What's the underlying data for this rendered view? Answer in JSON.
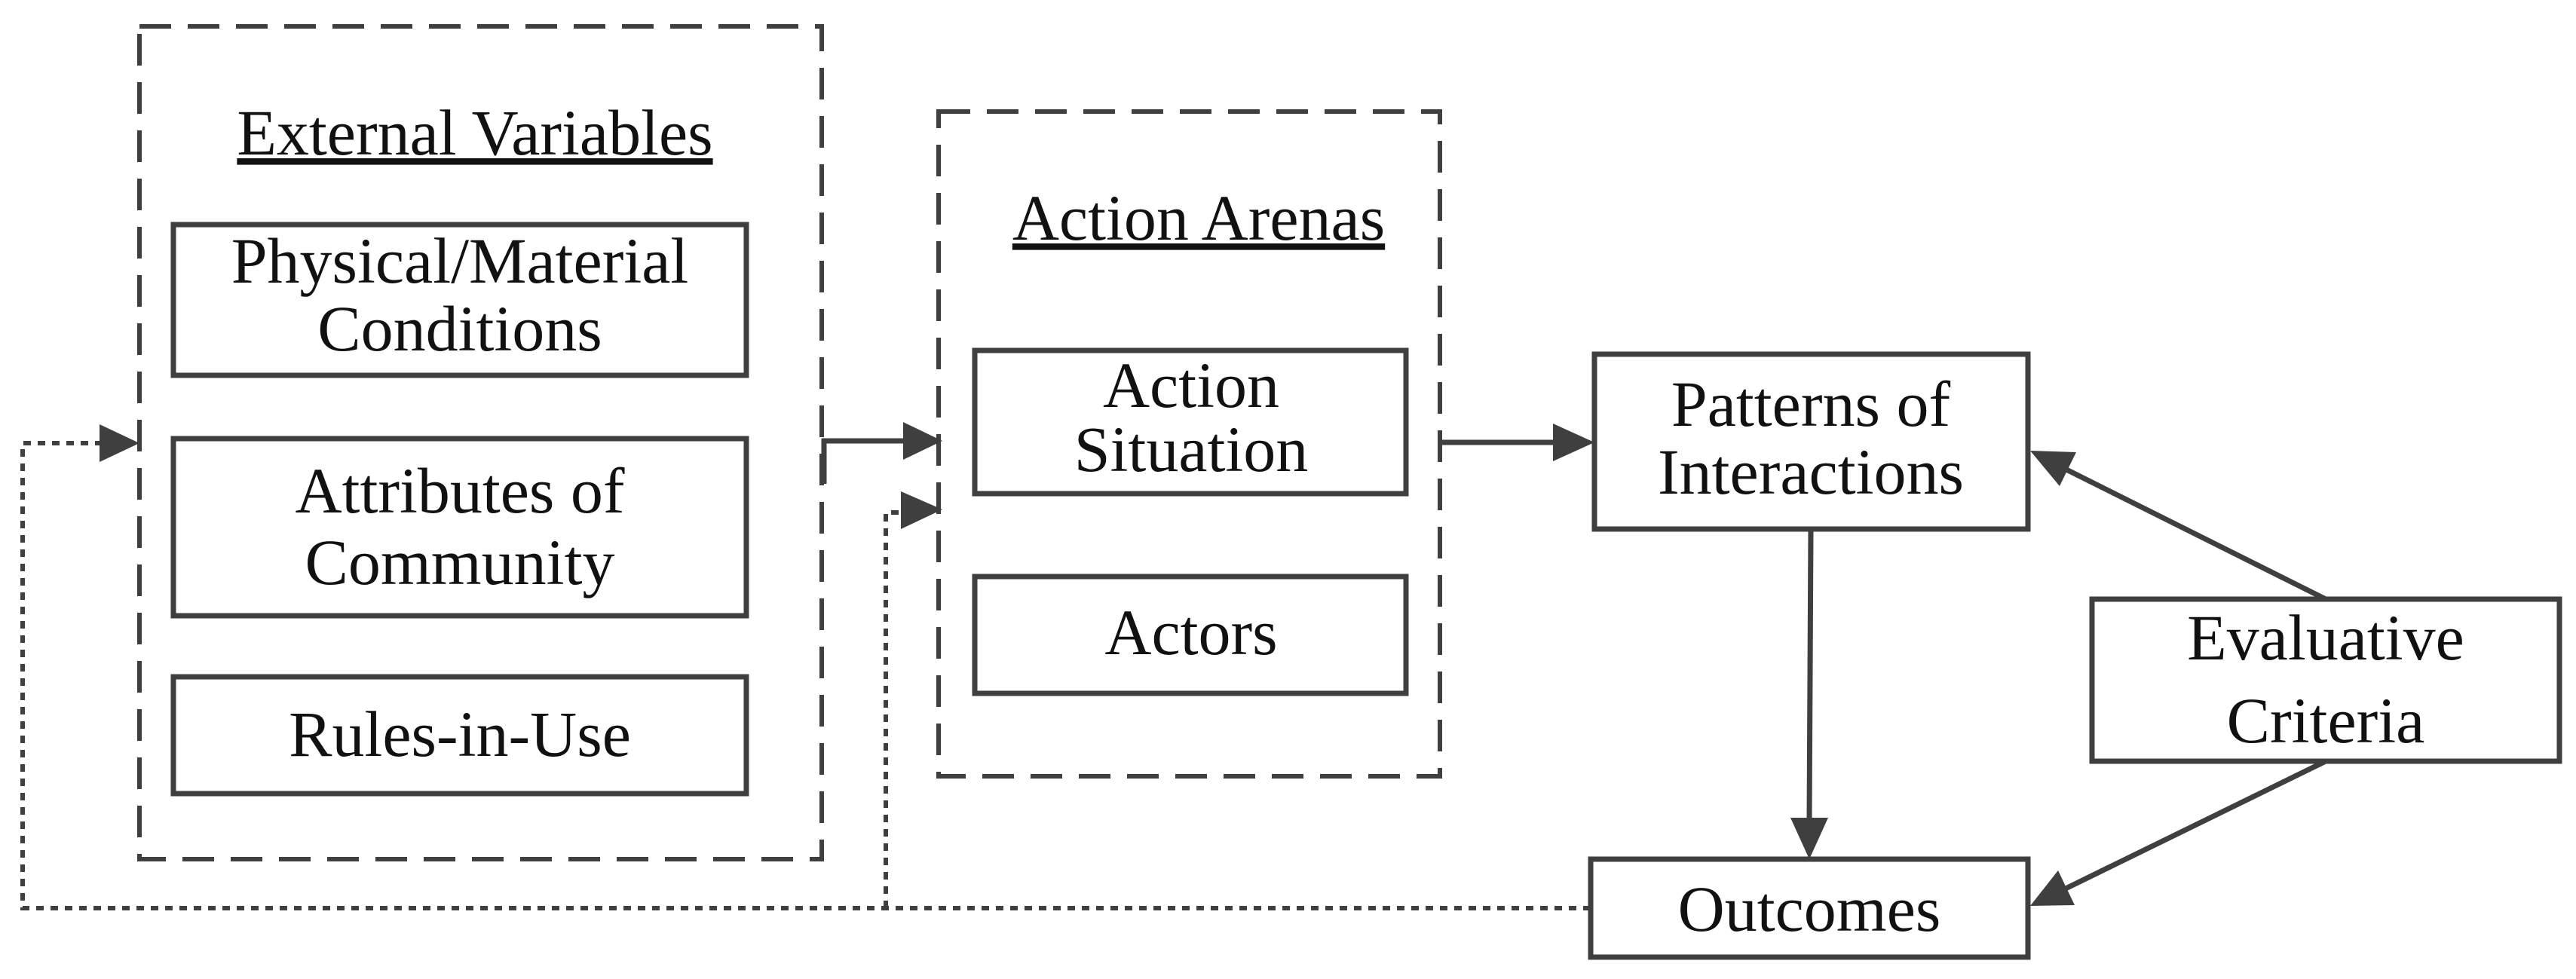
{
  "groups": {
    "external_variables": {
      "title": "External Variables",
      "items": {
        "physical": [
          "Physical/Material",
          "Conditions"
        ],
        "community": [
          "Attributes of",
          "Community"
        ],
        "rules": [
          "Rules-in-Use"
        ]
      }
    },
    "action_arenas": {
      "title": "Action Arenas",
      "items": {
        "situation": [
          "Action",
          "Situation"
        ],
        "actors": [
          "Actors"
        ]
      }
    }
  },
  "nodes": {
    "patterns": [
      "Patterns of",
      "Interactions"
    ],
    "evaluative": [
      "Evaluative",
      "Criteria"
    ],
    "outcomes": [
      "Outcomes"
    ]
  },
  "colors": {
    "stroke": "#3f3f3f",
    "text": "#111111",
    "background": "#ffffff"
  }
}
